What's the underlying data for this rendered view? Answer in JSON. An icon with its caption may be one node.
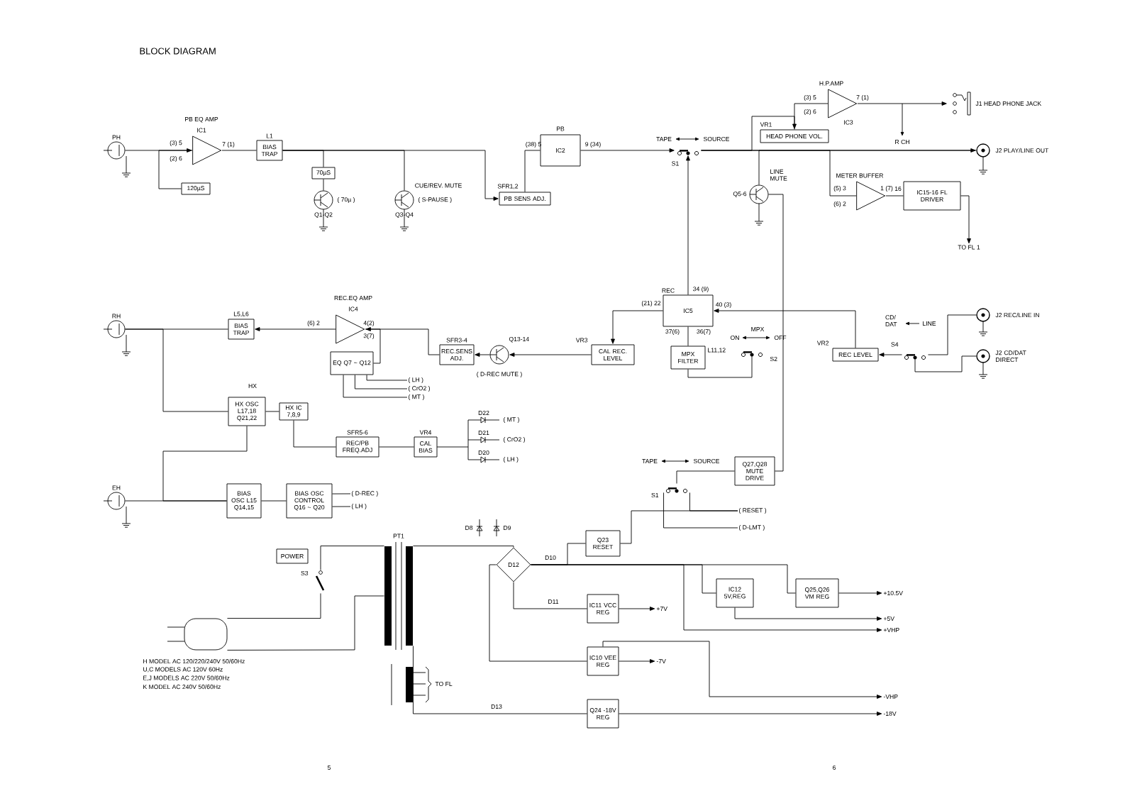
{
  "diagram": {
    "title": "BLOCK DIAGRAM",
    "nodes": [
      {
        "text": [
          "PH"
        ]
      },
      {
        "text": [
          "PB EQ AMP",
          "IC1"
        ]
      },
      {
        "text": [
          "120µS"
        ]
      },
      {
        "text": [
          "L1",
          "BIAS TRAP"
        ]
      },
      {
        "text": [
          "70µS"
        ]
      },
      {
        "text": [
          "Q1-Q2"
        ],
        "beside": [
          "( 70µ )"
        ]
      },
      {
        "text": [
          "CUE/REV. MUTE",
          "Q3-Q4"
        ],
        "beside": [
          "( S-PAUSE )"
        ]
      },
      {
        "text": [
          "SFR1,2",
          "PB SENS ADJ."
        ]
      },
      {
        "text": [
          "PB",
          "IC2"
        ]
      },
      {
        "text": [
          "S1"
        ]
      },
      {
        "text": [
          "H.P.AMP",
          "IC3"
        ]
      },
      {
        "text": [
          "VR1",
          "HEAD PHONE VOL."
        ]
      },
      {
        "text": [
          "J1 HEAD PHONE JACK"
        ]
      },
      {
        "text": [
          "J2 PLAY/LINE OUT"
        ]
      },
      {
        "text": [
          "LINE MUTE",
          "Q5-6"
        ]
      },
      {
        "text": [
          "METER BUFFER"
        ]
      },
      {
        "text": [
          "IC15-16 FL DRIVER"
        ]
      },
      {
        "text": [
          "TO FL 1"
        ]
      },
      {
        "text": [
          "RH"
        ]
      },
      {
        "text": [
          "L5,L6",
          "BIAS TRAP"
        ]
      },
      {
        "text": [
          "REC.EQ AMP",
          "IC4"
        ]
      },
      {
        "text": [
          "EQ Q7 ~ Q12"
        ]
      },
      {
        "text": [
          "SFR3-4",
          "REC.SENS ADJ."
        ]
      },
      {
        "text": [
          "Q13-14"
        ],
        "beside": [
          "( D-REC MUTE )"
        ]
      },
      {
        "text": [
          "VR3",
          "CAL REC. LEVEL"
        ]
      },
      {
        "text": [
          "REC",
          "IC5"
        ]
      },
      {
        "text": [
          "L11,12",
          "MPX FILTER"
        ]
      },
      {
        "text": [
          "S2"
        ]
      },
      {
        "text": [
          "VR2",
          "REC LEVEL"
        ]
      },
      {
        "text": [
          "S4"
        ]
      },
      {
        "text": [
          "J2 REC/LINE IN"
        ]
      },
      {
        "text": [
          "J2 CD/DAT DIRECT"
        ]
      },
      {
        "text": [
          "HX OSC L17,18 Q21,22"
        ]
      },
      {
        "text": [
          "HX IC 7,8,9"
        ]
      },
      {
        "text": [
          "SFR5-6",
          "REC/PB FREQ.ADJ"
        ]
      },
      {
        "text": [
          "VR4",
          "CAL BIAS"
        ]
      },
      {
        "text": [
          "EH"
        ]
      },
      {
        "text": [
          "BIAS OSC L15 Q14,15"
        ]
      },
      {
        "text": [
          "BIAS OSC CONTROL Q16 ~ Q20"
        ]
      },
      {
        "text": [
          "Q27,Q28 MUTE DRIVE"
        ]
      },
      {
        "text": [
          "S1"
        ]
      },
      {
        "text": [
          "POWER"
        ]
      },
      {
        "text": [
          "S3"
        ]
      },
      {
        "text": [],
        "shape": "plug"
      },
      {
        "text": [
          "PT1"
        ]
      },
      {
        "text": [
          "D12"
        ]
      },
      {
        "text": [
          "Q23 RESET"
        ]
      },
      {
        "text": [
          "IC11 VCC REG"
        ]
      },
      {
        "text": [
          "IC10 VEE REG"
        ]
      },
      {
        "text": [
          "Q24 -18V REG"
        ]
      },
      {
        "text": [
          "IC12 5V,REG"
        ]
      },
      {
        "text": [
          "Q25,Q26 VM REG"
        ]
      },
      {
        "text": [
          "+10.5V"
        ]
      },
      {
        "text": [
          "+5V"
        ]
      },
      {
        "text": [
          "+VHP"
        ]
      },
      {
        "text": [
          "+7V"
        ]
      },
      {
        "text": [
          "-7V"
        ]
      },
      {
        "text": [
          "-VHP"
        ]
      },
      {
        "text": [
          "-18V"
        ]
      },
      {
        "text": [
          "( LH )"
        ]
      },
      {
        "text": [
          "( CrO2 )"
        ]
      },
      {
        "text": [
          "( MT )"
        ]
      },
      {
        "text": [
          "( D-REC )"
        ]
      },
      {
        "text": [
          "( LH )"
        ]
      },
      {
        "text": [
          "( RESET )"
        ]
      },
      {
        "text": [
          "( D-LMT )"
        ]
      }
    ],
    "edges": [
      {
        "from": 0,
        "to": 1,
        "arrow": "to"
      },
      {
        "from": 1,
        "to": 3,
        "arrow": "none"
      },
      {
        "from": 2,
        "to": 1,
        "arrow": "none"
      },
      {
        "from": 3,
        "to": 7,
        "arrow": "to"
      },
      {
        "from": 3,
        "to": 4,
        "arrow": "none"
      },
      {
        "from": 4,
        "to": 5,
        "arrow": "none"
      },
      {
        "from": 3,
        "to": 6,
        "arrow": "none"
      },
      {
        "from": 7,
        "to": 8,
        "arrow": "none"
      },
      {
        "from": 8,
        "to": 9,
        "arrow": "to"
      },
      {
        "from": 9,
        "to": 13,
        "arrow": "to"
      },
      {
        "from": 9,
        "to": 11,
        "arrow": "to"
      },
      {
        "from": 11,
        "to": 10,
        "arrow": "none"
      },
      {
        "from": 10,
        "to": 12,
        "arrow": "to"
      },
      {
        "from": 14,
        "to": 13,
        "arrow": "none"
      },
      {
        "from": 9,
        "to": 15,
        "arrow": "none"
      },
      {
        "from": 15,
        "to": 16,
        "arrow": "none"
      },
      {
        "from": 16,
        "to": 17,
        "arrow": "to"
      },
      {
        "from": 18,
        "to": 19,
        "arrow": "none"
      },
      {
        "from": 20,
        "to": 19,
        "arrow": "to"
      },
      {
        "from": 21,
        "to": 20,
        "arrow": "none"
      },
      {
        "from": 22,
        "to": 20,
        "arrow": "to"
      },
      {
        "from": 23,
        "to": 22,
        "arrow": "to"
      },
      {
        "from": 24,
        "to": 23,
        "arrow": "to"
      },
      {
        "from": 25,
        "to": 24,
        "arrow": "to"
      },
      {
        "from": 25,
        "to": 26,
        "arrow": "none"
      },
      {
        "from": 26,
        "to": 27,
        "arrow": "none"
      },
      {
        "from": 28,
        "to": 25,
        "arrow": "to"
      },
      {
        "from": 29,
        "to": 28,
        "arrow": "to"
      },
      {
        "from": 30,
        "to": 29,
        "arrow": "none"
      },
      {
        "from": 31,
        "to": 29,
        "arrow": "none"
      },
      {
        "from": 25,
        "to": 9,
        "arrow": "to"
      },
      {
        "from": 39,
        "to": 14,
        "arrow": "none"
      },
      {
        "from": 40,
        "to": 39,
        "arrow": "none"
      },
      {
        "from": 18,
        "to": 32,
        "arrow": "none"
      },
      {
        "from": 32,
        "to": 33,
        "arrow": "none"
      },
      {
        "from": 33,
        "to": 34,
        "arrow": "none"
      },
      {
        "from": 34,
        "to": 35,
        "arrow": "none"
      },
      {
        "from": 32,
        "to": 37,
        "arrow": "none"
      },
      {
        "from": 36,
        "to": 37,
        "arrow": "none"
      },
      {
        "from": 37,
        "to": 38,
        "arrow": "none"
      },
      {
        "from": 43,
        "to": 42,
        "arrow": "none"
      },
      {
        "from": 42,
        "to": 44,
        "arrow": "none"
      },
      {
        "from": 43,
        "to": 44,
        "arrow": "none"
      },
      {
        "from": 44,
        "to": 45,
        "arrow": "none"
      },
      {
        "from": 45,
        "to": 46,
        "arrow": "none"
      },
      {
        "from": 45,
        "to": 47,
        "arrow": "none"
      },
      {
        "from": 45,
        "to": 48,
        "arrow": "none"
      },
      {
        "from": 44,
        "to": 49,
        "arrow": "none"
      },
      {
        "from": 45,
        "to": 50,
        "arrow": "none"
      },
      {
        "from": 45,
        "to": 51,
        "arrow": "none"
      },
      {
        "from": 51,
        "to": 52,
        "arrow": "to"
      },
      {
        "from": 50,
        "to": 53,
        "arrow": "to"
      },
      {
        "from": 45,
        "to": 54,
        "arrow": "to"
      },
      {
        "from": 47,
        "to": 55,
        "arrow": "to"
      },
      {
        "from": 48,
        "to": 56,
        "arrow": "to"
      },
      {
        "from": 48,
        "to": 57,
        "arrow": "to"
      },
      {
        "from": 49,
        "to": 58,
        "arrow": "to"
      },
      {
        "from": 21,
        "to": 59,
        "arrow": "none"
      },
      {
        "from": 21,
        "to": 60,
        "arrow": "none"
      },
      {
        "from": 21,
        "to": 61,
        "arrow": "none"
      },
      {
        "from": 38,
        "to": 62,
        "arrow": "none"
      },
      {
        "from": 38,
        "to": 63,
        "arrow": "none"
      },
      {
        "from": 40,
        "to": 64,
        "arrow": "none"
      },
      {
        "from": 40,
        "to": 65,
        "arrow": "none"
      },
      {
        "from": 46,
        "to": 64,
        "arrow": "none"
      }
    ],
    "labels": [
      "(3) 5",
      "(2) 6",
      "7 (1)",
      "(38) 5",
      "9 (34)",
      "TAPE",
      "SOURCE",
      "(3) 5",
      "(2) 6",
      "7 (1)",
      "R CH",
      "(5) 3",
      "(6) 2",
      "1 (7)",
      "16",
      "(6) 2",
      "4(2)",
      "3(7)",
      "(21) 22",
      "34 (9)",
      "40 (3)",
      "37(6)",
      "36(7)",
      "MPX",
      "ON",
      "OFF",
      "CD/ DAT",
      "LINE",
      "HX",
      "D22",
      "( MT )",
      "D21",
      "( CrO2 )",
      "D20",
      "( LH )",
      "TAPE",
      "SOURCE",
      "D8",
      "D9",
      "D10",
      "D11",
      "D13",
      "H MODEL AC 120/220/240V 50/60Hz",
      "U,C MODELS AC 120V 60Hz",
      "E,J MODELS AC 220V 50/60Hz",
      "K MODEL AC 240V 50/60Hz",
      "TO FL",
      "5",
      "6"
    ]
  }
}
